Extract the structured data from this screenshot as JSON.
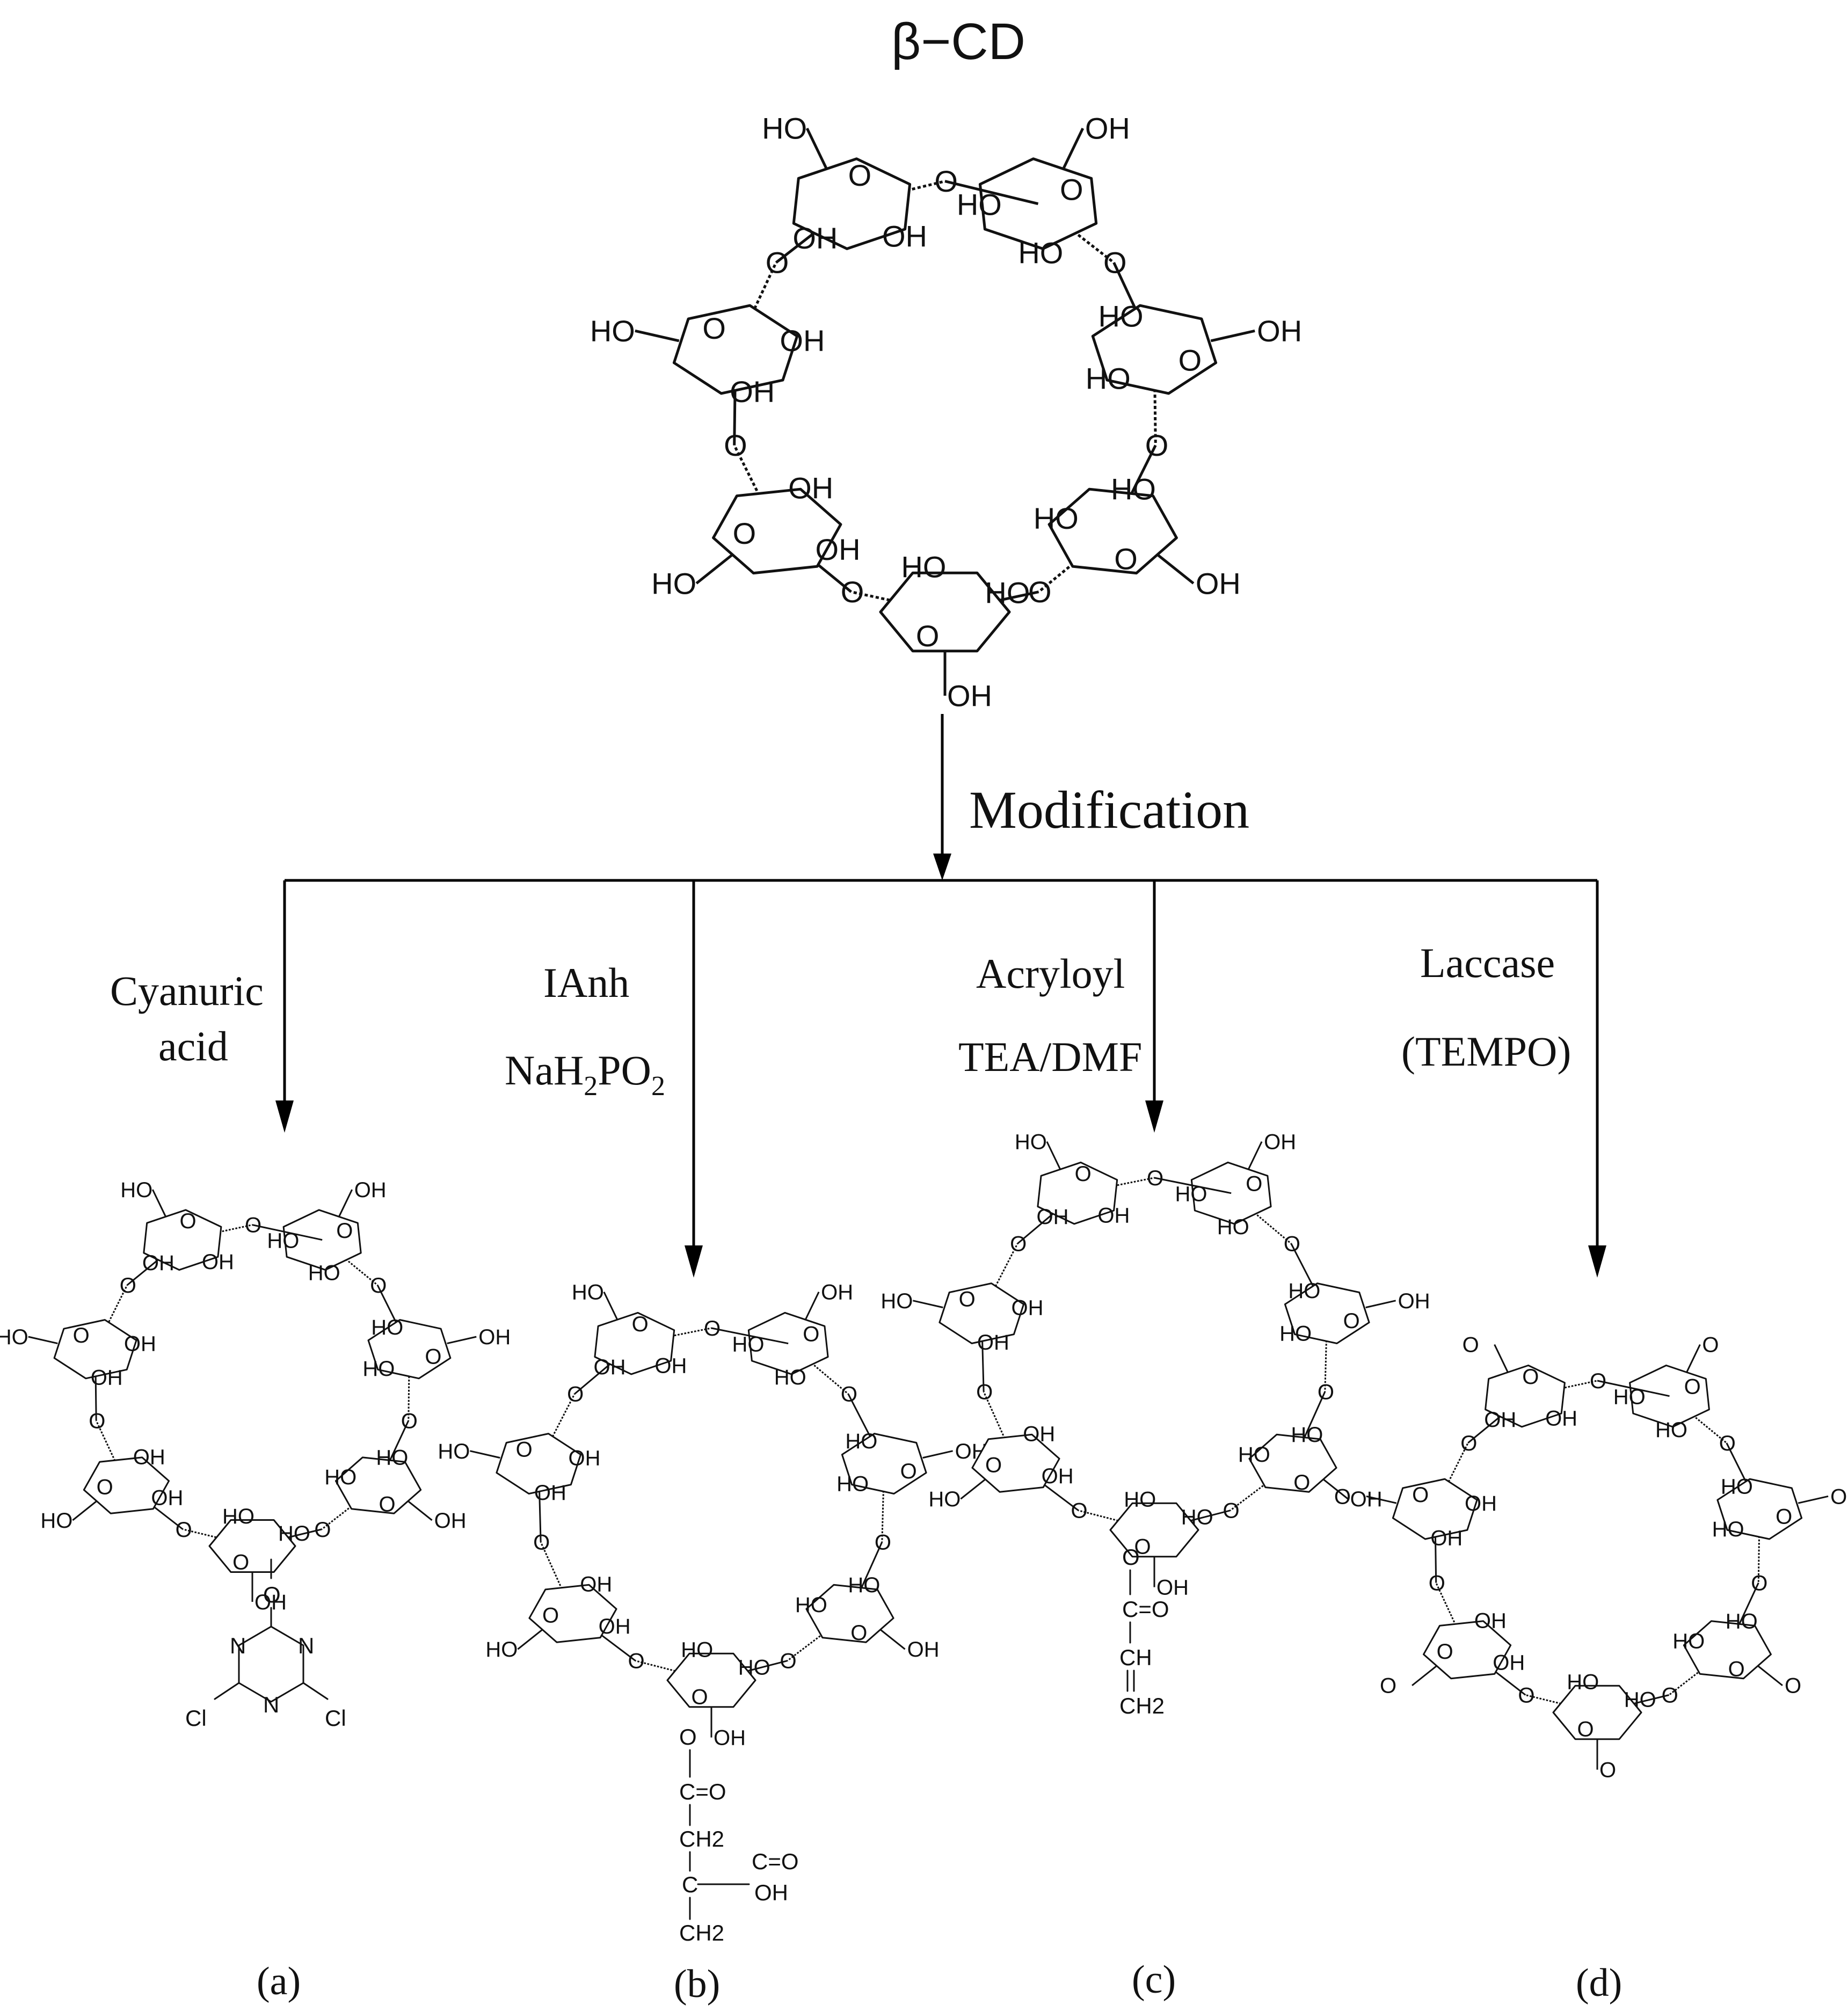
{
  "title": "β−CD",
  "modification_label": "Modification",
  "hydroxyl_label": "OH",
  "hydroxyl_label_left": "HO",
  "ring_oxygen_label": "O",
  "branches": [
    {
      "id": "a",
      "reagent_lines": [
        "Cyanuric",
        "acid"
      ],
      "panel_label": "(a)",
      "substituent": [
        "O",
        "N",
        "N",
        "N",
        "Cl",
        "Cl"
      ]
    },
    {
      "id": "b",
      "reagent_lines": [
        "IAnh",
        "NaH2PO2"
      ],
      "panel_label": "(b)",
      "substituent": [
        "O",
        "C=O",
        "CH2",
        "C",
        "C=O",
        "OH",
        "CH2"
      ]
    },
    {
      "id": "c",
      "reagent_lines": [
        "Acryloyl",
        "TEA/DMF"
      ],
      "panel_label": "(c)",
      "substituent": [
        "O",
        "C=O",
        "CH",
        "CH2"
      ]
    },
    {
      "id": "d",
      "reagent_lines": [
        "Laccase",
        "(TEMPO)"
      ],
      "panel_label": "(d)",
      "substituent": [
        "O"
      ]
    }
  ],
  "colors": {
    "ink": "#111111",
    "background": "#ffffff"
  }
}
